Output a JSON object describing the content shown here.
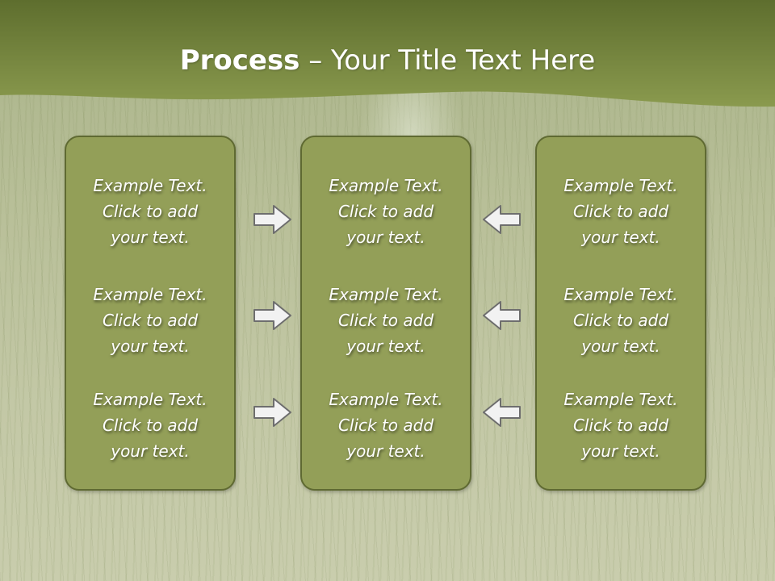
{
  "slide": {
    "title_bold": "Process",
    "title_rest": " – Your Title Text Here"
  },
  "panels": {
    "left": [
      {
        "line1": "Example Text.",
        "line2": "Click  to add",
        "line3": "your text."
      },
      {
        "line1": "Example Text.",
        "line2": "Click  to add",
        "line3": "your text."
      },
      {
        "line1": "Example Text.",
        "line2": "Click  to add",
        "line3": "your text."
      }
    ],
    "center": [
      {
        "line1": "Example Text.",
        "line2": "Click  to add",
        "line3": "your text."
      },
      {
        "line1": "Example Text.",
        "line2": "Click  to add",
        "line3": "your text."
      },
      {
        "line1": "Example Text.",
        "line2": "Click  to add",
        "line3": "your text."
      }
    ],
    "right": [
      {
        "line1": "Example Text.",
        "line2": "Click  to add",
        "line3": "your text."
      },
      {
        "line1": "Example Text.",
        "line2": "Click  to add",
        "line3": "your text."
      },
      {
        "line1": "Example Text.",
        "line2": "Click  to add",
        "line3": "your text."
      }
    ]
  },
  "icons": {
    "left_arrows": "arrow-right-icon",
    "right_arrows": "arrow-left-icon"
  },
  "colors": {
    "header_band": "#7f8f45",
    "panel_fill": "#939f58",
    "panel_border": "#5f6a32",
    "arrow_fill": "#f2f2f2",
    "arrow_stroke": "#6e6e6e"
  }
}
